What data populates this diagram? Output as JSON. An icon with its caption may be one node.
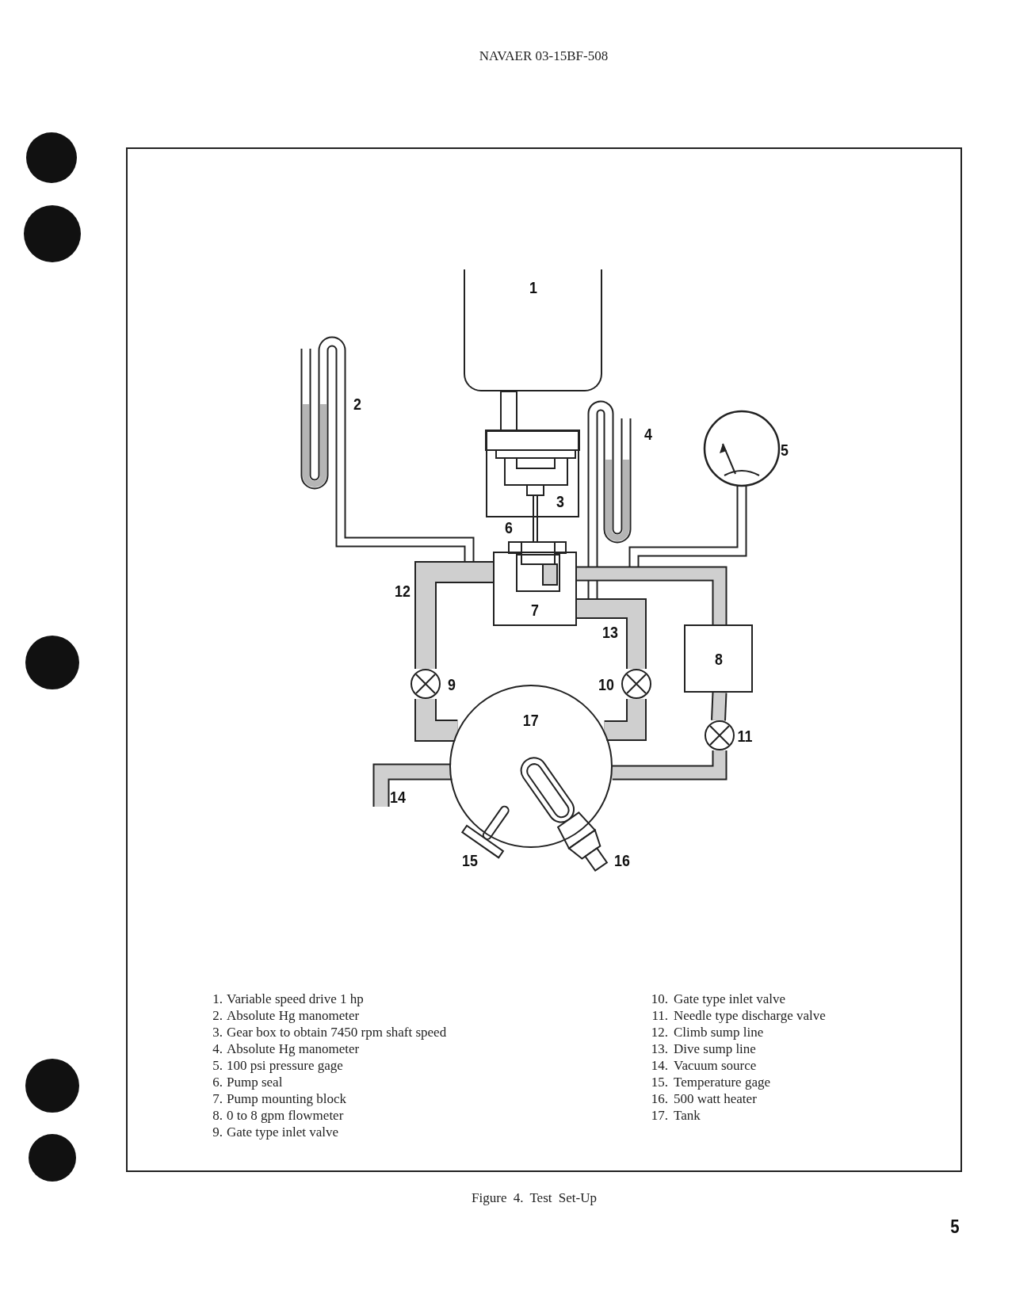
{
  "diagram": {
    "caption": "Figure 4. Test Set-Up",
    "nodes": [
      {
        "text": [
          "1"
        ]
      },
      {
        "text": [
          "3"
        ]
      },
      {
        "text": [
          "7"
        ]
      },
      {
        "text": [
          "8"
        ]
      },
      {
        "text": [],
        "shape": "circle"
      },
      {
        "text": [],
        "shape": "circle"
      },
      {
        "text": [],
        "shape": "circle"
      },
      {
        "text": [
          "17"
        ]
      }
    ],
    "edges": [
      {
        "from": 2,
        "to": 4,
        "arrow": "none"
      },
      {
        "from": 4,
        "to": 7,
        "arrow": "none"
      },
      {
        "from": 2,
        "to": 5,
        "arrow": "none"
      },
      {
        "from": 5,
        "to": 7,
        "arrow": "none"
      },
      {
        "from": 2,
        "to": 3,
        "arrow": "none"
      },
      {
        "from": 3,
        "to": 6,
        "arrow": "none"
      },
      {
        "from": 6,
        "to": 7,
        "arrow": "none"
      }
    ],
    "labels": [
      "NAVAER 03-15BF-508",
      "2",
      "4",
      "5",
      "6",
      "12",
      "13",
      "9",
      "10",
      "11",
      "14",
      "15",
      "16",
      "1.",
      "Variable speed drive 1 hp",
      "2.",
      "Absolute Hg manometer",
      "3.",
      "Gear box to obtain 7450 rpm shaft speed",
      "4.",
      "Absolute Hg manometer",
      "5.",
      "100 psi pressure gage",
      "6.",
      "Pump seal",
      "7.",
      "Pump mounting block",
      "8.",
      "0 to 8 gpm flowmeter",
      "9.",
      "Gate type inlet valve",
      "10.",
      "Gate type inlet valve",
      "11.",
      "Needle type discharge valve",
      "12.",
      "Climb sump line",
      "13.",
      "Dive sump line",
      "14.",
      "Vacuum source",
      "15.",
      "Temperature gage",
      "16.",
      "500 watt heater",
      "17.",
      "Tank",
      "5"
    ]
  }
}
